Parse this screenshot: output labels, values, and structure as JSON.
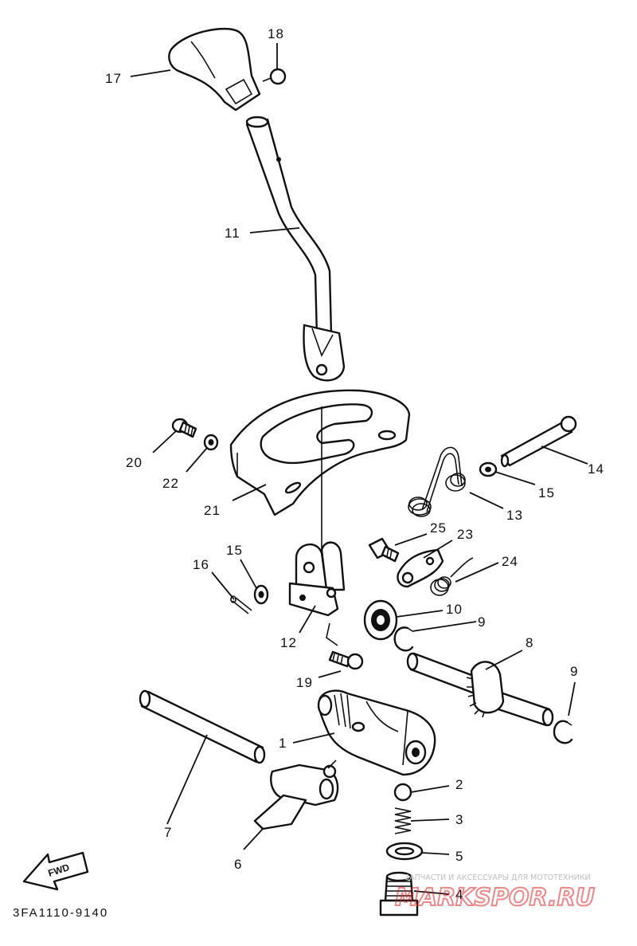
{
  "diagram": {
    "drawing_code": "3FA1110-9140",
    "direction_label": "FWD",
    "callouts": [
      {
        "id": "17",
        "label": "17"
      },
      {
        "id": "18",
        "label": "18"
      },
      {
        "id": "11",
        "label": "11"
      },
      {
        "id": "20",
        "label": "20"
      },
      {
        "id": "22",
        "label": "22"
      },
      {
        "id": "21",
        "label": "21"
      },
      {
        "id": "14",
        "label": "14"
      },
      {
        "id": "15a",
        "label": "15"
      },
      {
        "id": "13",
        "label": "13"
      },
      {
        "id": "25",
        "label": "25"
      },
      {
        "id": "23",
        "label": "23"
      },
      {
        "id": "24",
        "label": "24"
      },
      {
        "id": "16",
        "label": "16"
      },
      {
        "id": "15b",
        "label": "15"
      },
      {
        "id": "10",
        "label": "10"
      },
      {
        "id": "9a",
        "label": "9"
      },
      {
        "id": "12",
        "label": "12"
      },
      {
        "id": "8",
        "label": "8"
      },
      {
        "id": "9b",
        "label": "9"
      },
      {
        "id": "19",
        "label": "19"
      },
      {
        "id": "1",
        "label": "1"
      },
      {
        "id": "7",
        "label": "7"
      },
      {
        "id": "2",
        "label": "2"
      },
      {
        "id": "3",
        "label": "3"
      },
      {
        "id": "5",
        "label": "5"
      },
      {
        "id": "6",
        "label": "6"
      },
      {
        "id": "4",
        "label": "4"
      }
    ]
  },
  "watermark": {
    "tagline": "ЗАПЧАСТИ И АКСЕССУАРЫ ДЛЯ МОТОТЕХНИКИ",
    "site": "MARKSPOR.RU"
  }
}
